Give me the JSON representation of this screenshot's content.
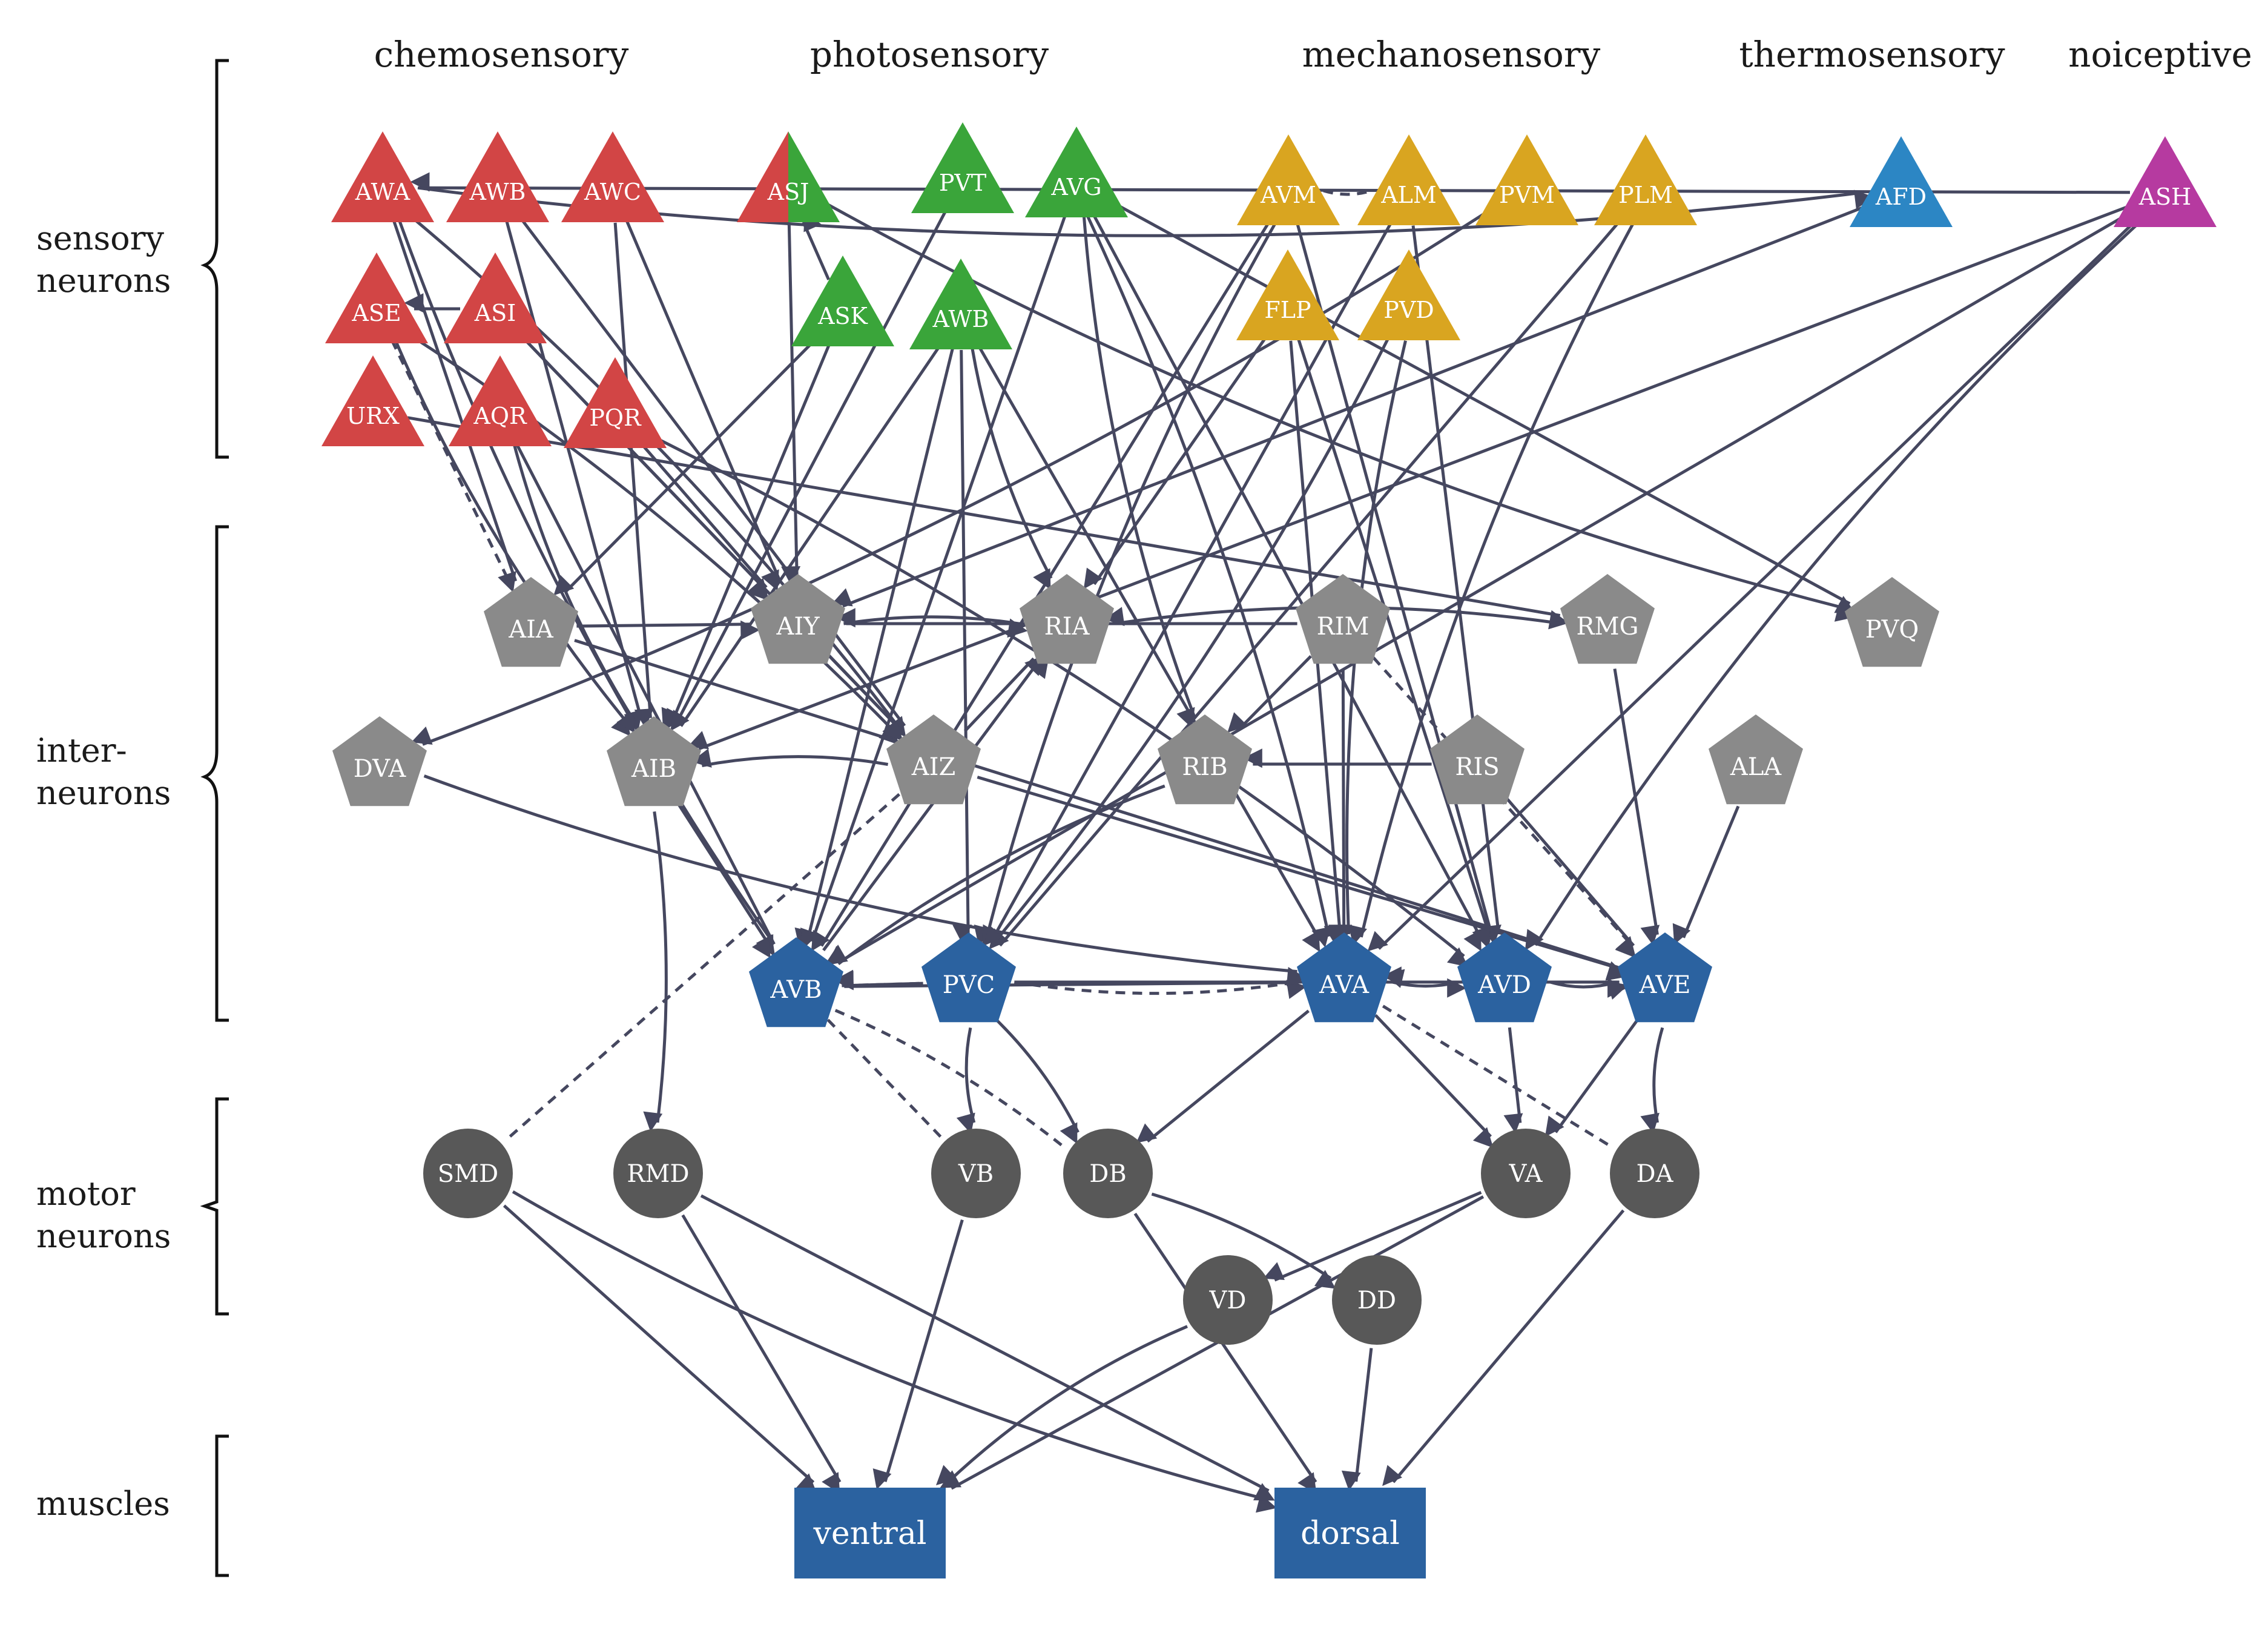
{
  "categories": {
    "chemosensory": "chemosensory",
    "photosensory": "photosensory",
    "mechanosensory": "mechanosensory",
    "thermosensory": "thermosensory",
    "noiceptive": "noiceptive"
  },
  "row_labels": {
    "sensory": [
      "sensory",
      "neurons"
    ],
    "inter": [
      "inter-",
      "neurons"
    ],
    "motor": [
      "motor",
      "neurons"
    ],
    "muscles": [
      "muscles"
    ]
  },
  "colors": {
    "chemosensory": "#d24545",
    "photosensory": "#3aa53a",
    "mechanosensory": "#d9a520",
    "thermosensory": "#2c86c4",
    "noiceptive": "#b63aa0",
    "interneuron": "#8a8a8a",
    "command": "#2b62a0",
    "motor": "#585858",
    "muscle": "#2b62a0",
    "edge": "#45475f"
  },
  "nodes": [
    {
      "id": "AWA",
      "label": "AWA",
      "shape": "triangle",
      "group": "chemosensory"
    },
    {
      "id": "AWB",
      "label": "AWB",
      "shape": "triangle",
      "group": "chemosensory"
    },
    {
      "id": "AWC",
      "label": "AWC",
      "shape": "triangle",
      "group": "chemosensory"
    },
    {
      "id": "ASJ",
      "label": "ASJ",
      "shape": "triangle-split",
      "group": "chemosensory",
      "group2": "photosensory"
    },
    {
      "id": "PVT",
      "label": "PVT",
      "shape": "triangle",
      "group": "photosensory"
    },
    {
      "id": "AVG",
      "label": "AVG",
      "shape": "triangle",
      "group": "photosensory"
    },
    {
      "id": "AVM",
      "label": "AVM",
      "shape": "triangle",
      "group": "mechanosensory"
    },
    {
      "id": "ALM",
      "label": "ALM",
      "shape": "triangle",
      "group": "mechanosensory"
    },
    {
      "id": "PVM",
      "label": "PVM",
      "shape": "triangle",
      "group": "mechanosensory"
    },
    {
      "id": "PLM",
      "label": "PLM",
      "shape": "triangle",
      "group": "mechanosensory"
    },
    {
      "id": "AFD",
      "label": "AFD",
      "shape": "triangle",
      "group": "thermosensory"
    },
    {
      "id": "ASH",
      "label": "ASH",
      "shape": "triangle",
      "group": "noiceptive"
    },
    {
      "id": "ASE",
      "label": "ASE",
      "shape": "triangle",
      "group": "chemosensory"
    },
    {
      "id": "ASI",
      "label": "ASI",
      "shape": "triangle",
      "group": "chemosensory"
    },
    {
      "id": "ASK",
      "label": "ASK",
      "shape": "triangle",
      "group": "photosensory"
    },
    {
      "id": "AWB2",
      "label": "AWB",
      "shape": "triangle",
      "group": "photosensory"
    },
    {
      "id": "FLP",
      "label": "FLP",
      "shape": "triangle",
      "group": "mechanosensory"
    },
    {
      "id": "PVD",
      "label": "PVD",
      "shape": "triangle",
      "group": "mechanosensory"
    },
    {
      "id": "URX",
      "label": "URX",
      "shape": "triangle",
      "group": "chemosensory"
    },
    {
      "id": "AQR",
      "label": "AQR",
      "shape": "triangle",
      "group": "chemosensory"
    },
    {
      "id": "PQR",
      "label": "PQR",
      "shape": "triangle",
      "group": "chemosensory"
    },
    {
      "id": "AIA",
      "label": "AIA",
      "shape": "pentagon",
      "group": "interneuron"
    },
    {
      "id": "AIY",
      "label": "AIY",
      "shape": "pentagon",
      "group": "interneuron"
    },
    {
      "id": "RIA",
      "label": "RIA",
      "shape": "pentagon",
      "group": "interneuron"
    },
    {
      "id": "RIM",
      "label": "RIM",
      "shape": "pentagon",
      "group": "interneuron"
    },
    {
      "id": "RMG",
      "label": "RMG",
      "shape": "pentagon",
      "group": "interneuron"
    },
    {
      "id": "PVQ",
      "label": "PVQ",
      "shape": "pentagon",
      "group": "interneuron"
    },
    {
      "id": "DVA",
      "label": "DVA",
      "shape": "pentagon",
      "group": "interneuron"
    },
    {
      "id": "AIB",
      "label": "AIB",
      "shape": "pentagon",
      "group": "interneuron"
    },
    {
      "id": "AIZ",
      "label": "AIZ",
      "shape": "pentagon",
      "group": "interneuron"
    },
    {
      "id": "RIB",
      "label": "RIB",
      "shape": "pentagon",
      "group": "interneuron"
    },
    {
      "id": "RIS",
      "label": "RIS",
      "shape": "pentagon",
      "group": "interneuron"
    },
    {
      "id": "ALA",
      "label": "ALA",
      "shape": "pentagon",
      "group": "interneuron"
    },
    {
      "id": "AVB",
      "label": "AVB",
      "shape": "pentagon",
      "group": "command"
    },
    {
      "id": "PVC",
      "label": "PVC",
      "shape": "pentagon",
      "group": "command"
    },
    {
      "id": "AVA",
      "label": "AVA",
      "shape": "pentagon",
      "group": "command"
    },
    {
      "id": "AVD",
      "label": "AVD",
      "shape": "pentagon",
      "group": "command"
    },
    {
      "id": "AVE",
      "label": "AVE",
      "shape": "pentagon",
      "group": "command"
    },
    {
      "id": "SMD",
      "label": "SMD",
      "shape": "circle",
      "group": "motor"
    },
    {
      "id": "RMD",
      "label": "RMD",
      "shape": "circle",
      "group": "motor"
    },
    {
      "id": "VB",
      "label": "VB",
      "shape": "circle",
      "group": "motor"
    },
    {
      "id": "DB",
      "label": "DB",
      "shape": "circle",
      "group": "motor"
    },
    {
      "id": "VA",
      "label": "VA",
      "shape": "circle",
      "group": "motor"
    },
    {
      "id": "DA",
      "label": "DA",
      "shape": "circle",
      "group": "motor"
    },
    {
      "id": "VD",
      "label": "VD",
      "shape": "circle",
      "group": "motor"
    },
    {
      "id": "DD",
      "label": "DD",
      "shape": "circle",
      "group": "motor"
    },
    {
      "id": "ventral",
      "label": "ventral",
      "shape": "rect",
      "group": "muscle"
    },
    {
      "id": "dorsal",
      "label": "dorsal",
      "shape": "rect",
      "group": "muscle"
    }
  ],
  "edges": [
    {
      "from": "AVM",
      "to": "ALM",
      "style": "dashed",
      "arrow": false
    },
    {
      "from": "ASE",
      "to": "AIA",
      "style": "dashed",
      "arrow": false
    },
    {
      "from": "RIM",
      "to": "AVE",
      "style": "dashed",
      "arrow": true
    },
    {
      "from": "AIZ",
      "to": "SMD",
      "style": "dashed",
      "arrow": false
    },
    {
      "from": "AVB",
      "to": "PVC",
      "style": "dashed",
      "arrow": false
    },
    {
      "from": "PVC",
      "to": "AVA",
      "style": "dashed",
      "arrow": true
    },
    {
      "from": "AVB",
      "to": "VB",
      "style": "dashed",
      "arrow": false
    },
    {
      "from": "AVB",
      "to": "DB",
      "style": "dashed",
      "arrow": false
    },
    {
      "from": "AVA",
      "to": "DA",
      "style": "dashed",
      "arrow": false
    },
    {
      "from": "ASH",
      "to": "AWA",
      "style": "solid",
      "arrow": true
    },
    {
      "from": "AWA",
      "to": "AFD",
      "style": "solid",
      "arrow": true
    },
    {
      "from": "ASI",
      "to": "ASE",
      "style": "solid",
      "arrow": true
    },
    {
      "from": "ASK",
      "to": "ASJ",
      "style": "solid",
      "arrow": true
    },
    {
      "from": "AWA",
      "to": "AIA",
      "style": "solid",
      "arrow": true
    },
    {
      "from": "AWA",
      "to": "AIZ",
      "style": "solid",
      "arrow": true
    },
    {
      "from": "AWA",
      "to": "AVB",
      "style": "solid",
      "arrow": true
    },
    {
      "from": "AWB",
      "to": "AIB",
      "style": "solid",
      "arrow": true
    },
    {
      "from": "AWB",
      "to": "AIZ",
      "style": "solid",
      "arrow": true
    },
    {
      "from": "AWC",
      "to": "AIY",
      "style": "solid",
      "arrow": true
    },
    {
      "from": "AWC",
      "to": "AIB",
      "style": "solid",
      "arrow": true
    },
    {
      "from": "ASE",
      "to": "AIB",
      "style": "solid",
      "arrow": true
    },
    {
      "from": "ASE",
      "to": "AIZ",
      "style": "solid",
      "arrow": true
    },
    {
      "from": "ASI",
      "to": "AIY",
      "style": "solid",
      "arrow": true
    },
    {
      "from": "ASI",
      "to": "AIZ",
      "style": "solid",
      "arrow": true
    },
    {
      "from": "URX",
      "to": "RMG",
      "style": "solid",
      "arrow": true
    },
    {
      "from": "AQR",
      "to": "AIB",
      "style": "solid",
      "arrow": true
    },
    {
      "from": "AQR",
      "to": "AVB",
      "style": "solid",
      "arrow": true
    },
    {
      "from": "PQR",
      "to": "AIY",
      "style": "solid",
      "arrow": true
    },
    {
      "from": "PQR",
      "to": "AVD",
      "style": "solid",
      "arrow": true
    },
    {
      "from": "ASJ",
      "to": "AIY",
      "style": "solid",
      "arrow": true
    },
    {
      "from": "ASJ",
      "to": "PVQ",
      "style": "solid",
      "arrow": true
    },
    {
      "from": "PVT",
      "to": "AIB",
      "style": "solid",
      "arrow": true
    },
    {
      "from": "ASK",
      "to": "AIA",
      "style": "solid",
      "arrow": true
    },
    {
      "from": "ASK",
      "to": "AIB",
      "style": "solid",
      "arrow": true
    },
    {
      "from": "AWB2",
      "to": "AIB",
      "style": "solid",
      "arrow": true
    },
    {
      "from": "AWB2",
      "to": "RIA",
      "style": "solid",
      "arrow": true
    },
    {
      "from": "AWB2",
      "to": "AVB",
      "style": "solid",
      "arrow": true
    },
    {
      "from": "AWB2",
      "to": "PVC",
      "style": "solid",
      "arrow": true
    },
    {
      "from": "AWB2",
      "to": "AVA",
      "style": "solid",
      "arrow": true
    },
    {
      "from": "AVG",
      "to": "AVB",
      "style": "solid",
      "arrow": true
    },
    {
      "from": "AVG",
      "to": "RIB",
      "style": "solid",
      "arrow": true
    },
    {
      "from": "AVG",
      "to": "AVD",
      "style": "solid",
      "arrow": true
    },
    {
      "from": "AVG",
      "to": "AVA",
      "style": "solid",
      "arrow": true
    },
    {
      "from": "AVG",
      "to": "PVQ",
      "style": "solid",
      "arrow": true
    },
    {
      "from": "AVM",
      "to": "AVB",
      "style": "solid",
      "arrow": true
    },
    {
      "from": "AVM",
      "to": "PVC",
      "style": "solid",
      "arrow": true
    },
    {
      "from": "AVM",
      "to": "AVD",
      "style": "solid",
      "arrow": true
    },
    {
      "from": "ALM",
      "to": "PVC",
      "style": "solid",
      "arrow": true
    },
    {
      "from": "ALM",
      "to": "AVD",
      "style": "solid",
      "arrow": true
    },
    {
      "from": "PVM",
      "to": "DVA",
      "style": "solid",
      "arrow": true
    },
    {
      "from": "PLM",
      "to": "AVA",
      "style": "solid",
      "arrow": true
    },
    {
      "from": "PLM",
      "to": "PVC",
      "style": "solid",
      "arrow": true
    },
    {
      "from": "FLP",
      "to": "AVA",
      "style": "solid",
      "arrow": true
    },
    {
      "from": "FLP",
      "to": "AVD",
      "style": "solid",
      "arrow": true
    },
    {
      "from": "FLP",
      "to": "RIA",
      "style": "solid",
      "arrow": true
    },
    {
      "from": "PVD",
      "to": "AVA",
      "style": "solid",
      "arrow": true
    },
    {
      "from": "PVD",
      "to": "PVC",
      "style": "solid",
      "arrow": true
    },
    {
      "from": "AFD",
      "to": "AIY",
      "style": "solid",
      "arrow": true
    },
    {
      "from": "ASH",
      "to": "AIB",
      "style": "solid",
      "arrow": true
    },
    {
      "from": "ASH",
      "to": "AVA",
      "style": "solid",
      "arrow": true
    },
    {
      "from": "ASH",
      "to": "AVD",
      "style": "solid",
      "arrow": true
    },
    {
      "from": "ASH",
      "to": "AVB",
      "style": "solid",
      "arrow": true
    },
    {
      "from": "AIA",
      "to": "AIY",
      "style": "solid",
      "arrow": true
    },
    {
      "from": "AIY",
      "to": "RIA",
      "style": "solid",
      "arrow": true
    },
    {
      "from": "AIY",
      "to": "AIZ",
      "style": "solid",
      "arrow": true
    },
    {
      "from": "AIZ",
      "to": "AIB",
      "style": "solid",
      "arrow": true
    },
    {
      "from": "AIZ",
      "to": "RIA",
      "style": "solid",
      "arrow": true
    },
    {
      "from": "RIM",
      "to": "AIY",
      "style": "solid",
      "arrow": true
    },
    {
      "from": "RIM",
      "to": "AVA",
      "style": "solid",
      "arrow": true
    },
    {
      "from": "RIM",
      "to": "RIB",
      "style": "solid",
      "arrow": true
    },
    {
      "from": "RMG",
      "to": "RIA",
      "style": "solid",
      "arrow": true
    },
    {
      "from": "RMG",
      "to": "AVE",
      "style": "solid",
      "arrow": true
    },
    {
      "from": "RIS",
      "to": "RIB",
      "style": "solid",
      "arrow": true
    },
    {
      "from": "RIS",
      "to": "AVE",
      "style": "solid",
      "arrow": true
    },
    {
      "from": "ALA",
      "to": "AVE",
      "style": "solid",
      "arrow": true
    },
    {
      "from": "DVA",
      "to": "AVA",
      "style": "solid",
      "arrow": true
    },
    {
      "from": "AIB",
      "to": "AVB",
      "style": "solid",
      "arrow": true
    },
    {
      "from": "AIB",
      "to": "RMD",
      "style": "solid",
      "arrow": true
    },
    {
      "from": "AIZ",
      "to": "AVE",
      "style": "solid",
      "arrow": true
    },
    {
      "from": "AIA",
      "to": "AVE",
      "style": "solid",
      "arrow": true
    },
    {
      "from": "RIB",
      "to": "AVB",
      "style": "solid",
      "arrow": true
    },
    {
      "from": "PVC",
      "to": "AVB",
      "style": "solid",
      "arrow": true
    },
    {
      "from": "AVA",
      "to": "AVB",
      "style": "solid",
      "arrow": true
    },
    {
      "from": "AVA",
      "to": "AVD",
      "style": "solid",
      "arrow": true
    },
    {
      "from": "AVD",
      "to": "AVA",
      "style": "solid",
      "arrow": true
    },
    {
      "from": "AVD",
      "to": "AVE",
      "style": "solid",
      "arrow": true
    },
    {
      "from": "AVE",
      "to": "AVA",
      "style": "solid",
      "arrow": true
    },
    {
      "from": "AVA",
      "to": "AVE",
      "style": "solid",
      "arrow": true
    },
    {
      "from": "PVC",
      "to": "AVE",
      "style": "solid",
      "arrow": true
    },
    {
      "from": "AVB",
      "to": "RIA",
      "style": "solid",
      "arrow": true
    },
    {
      "from": "PVC",
      "to": "VB",
      "style": "solid",
      "arrow": true
    },
    {
      "from": "PVC",
      "to": "DB",
      "style": "solid",
      "arrow": true
    },
    {
      "from": "AVA",
      "to": "DB",
      "style": "solid",
      "arrow": true
    },
    {
      "from": "AVA",
      "to": "VA",
      "style": "solid",
      "arrow": true
    },
    {
      "from": "AVD",
      "to": "VA",
      "style": "solid",
      "arrow": true
    },
    {
      "from": "AVE",
      "to": "DA",
      "style": "solid",
      "arrow": true
    },
    {
      "from": "AVE",
      "to": "VA",
      "style": "solid",
      "arrow": true
    },
    {
      "from": "VA",
      "to": "VD",
      "style": "solid",
      "arrow": true
    },
    {
      "from": "DB",
      "to": "DD",
      "style": "solid",
      "arrow": true
    },
    {
      "from": "SMD",
      "to": "ventral",
      "style": "solid",
      "arrow": true
    },
    {
      "from": "SMD",
      "to": "dorsal",
      "style": "solid",
      "arrow": true
    },
    {
      "from": "RMD",
      "to": "ventral",
      "style": "solid",
      "arrow": true
    },
    {
      "from": "RMD",
      "to": "dorsal",
      "style": "solid",
      "arrow": true
    },
    {
      "from": "VB",
      "to": "ventral",
      "style": "solid",
      "arrow": true
    },
    {
      "from": "DB",
      "to": "dorsal",
      "style": "solid",
      "arrow": true
    },
    {
      "from": "VD",
      "to": "ventral",
      "style": "solid",
      "arrow": true
    },
    {
      "from": "DD",
      "to": "dorsal",
      "style": "solid",
      "arrow": true
    },
    {
      "from": "VA",
      "to": "ventral",
      "style": "solid",
      "arrow": true
    },
    {
      "from": "DA",
      "to": "dorsal",
      "style": "solid",
      "arrow": true
    }
  ]
}
